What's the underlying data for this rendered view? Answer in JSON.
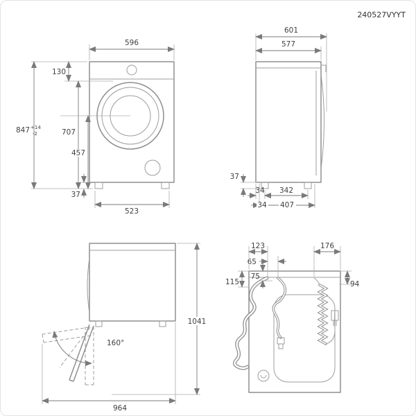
{
  "document": {
    "id": "240527VYYT"
  },
  "front_view": {
    "width": "596",
    "top_to_door_opening": "130",
    "door_opening_to_floor": "707",
    "height": "847",
    "height_tolerance_plus": "+14",
    "height_tolerance_minus": "-2",
    "door_center_to_floor": "457",
    "foot_height": "37",
    "feet_span": "523"
  },
  "side_view": {
    "total_depth": "601",
    "body_depth": "577",
    "foot_height": "37",
    "rear_foot_offset": "34",
    "feet_span": "342",
    "front_foot_offset": "34",
    "base_depth": "407"
  },
  "door_open_view": {
    "door_opening_angle": "160°",
    "total_height": "1041",
    "total_depth_door_open": "964"
  },
  "rear_view": {
    "drain_hose_from_left": "123",
    "inlet_hose_from_left": "65",
    "inlet_hose_from_top": "75",
    "drain_hose_from_top": "115",
    "cord_from_right": "176",
    "cord_from_top": "94"
  }
}
